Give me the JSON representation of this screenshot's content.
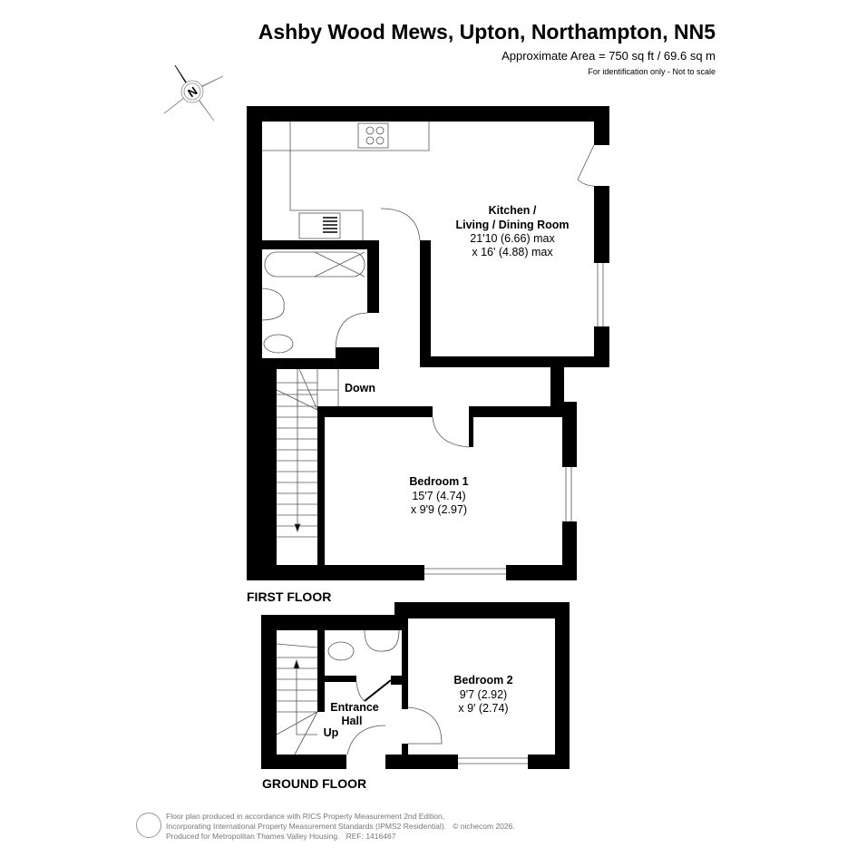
{
  "header": {
    "title": "Ashby Wood Mews, Upton, Northampton, NN5",
    "area": "Approximate Area = 750 sq ft / 69.6 sq m",
    "note": "For identification only - Not to scale",
    "compass_letter": "N"
  },
  "first_floor": {
    "label": "FIRST FLOOR",
    "rooms": [
      {
        "name_line1": "Kitchen /",
        "name_line2": "Living / Dining Room",
        "dim1": "21'10 (6.66) max",
        "dim2": "x 16' (4.88) max"
      },
      {
        "name_line1": "Bedroom 1",
        "dim1": "15'7 (4.74)",
        "dim2": "x 9'9 (2.97)"
      }
    ],
    "stairs_label": "Down"
  },
  "ground_floor": {
    "label": "GROUND FLOOR",
    "rooms": [
      {
        "name_line1": "Bedroom 2",
        "dim1": "9'7 (2.92)",
        "dim2": "x 9' (2.74)"
      },
      {
        "name_line1": "Entrance",
        "name_line2": "Hall"
      }
    ],
    "stairs_label": "Up"
  },
  "footer": {
    "line1": "Floor plan produced in accordance with RICS Property Measurement 2nd Edition,",
    "line2": "Incorporating International Property Measurement Standards (IPMS2 Residential).",
    "copyright": "© nichecom 2026.",
    "line3": "Produced for Metropolitan Thames Valley Housing.",
    "ref": "REF: 1416467"
  }
}
